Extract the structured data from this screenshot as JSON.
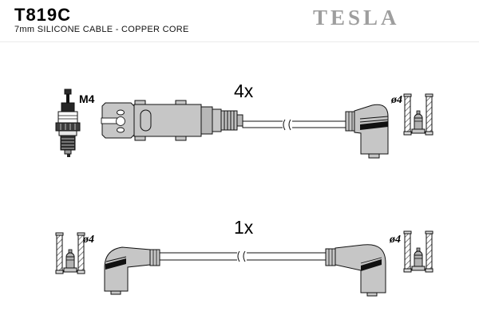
{
  "header": {
    "part_number": "T819C",
    "subtitle": "7mm SILICONE CABLE - COPPER CORE",
    "brand": "TESLA"
  },
  "colors": {
    "outline": "#111111",
    "body_gray": "#c6c6c6",
    "brand_gray": "#9e9e9e",
    "background": "#ffffff"
  },
  "diagram": {
    "top_cable": {
      "quantity": "4x",
      "spark_plug_thread": "M4",
      "terminal_diameter": "ø4"
    },
    "bottom_cable": {
      "quantity": "1x",
      "terminal_diameter_left": "ø4",
      "terminal_diameter_right": "ø4"
    }
  }
}
